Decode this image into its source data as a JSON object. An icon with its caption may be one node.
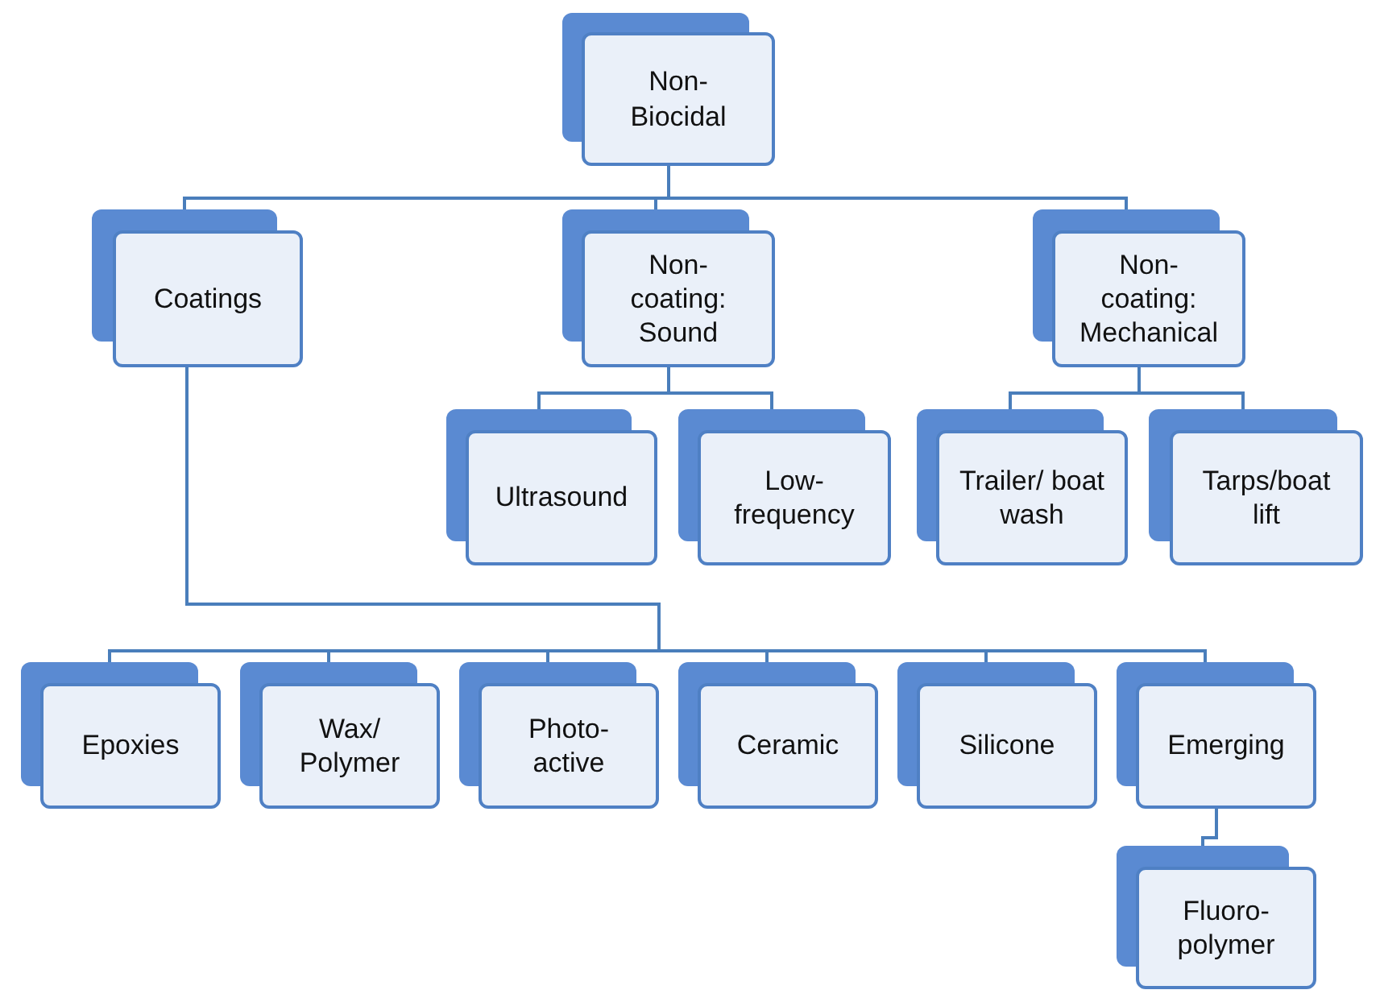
{
  "diagram": {
    "nodes": [
      {
        "text": [
          "Non-Biocidal"
        ]
      },
      {
        "text": [
          "Coatings"
        ]
      },
      {
        "text": [
          "Non-coating: Sound"
        ]
      },
      {
        "text": [
          "Non-coating: Mechanical"
        ]
      },
      {
        "text": [
          "Ultrasound"
        ]
      },
      {
        "text": [
          "Low-frequency"
        ]
      },
      {
        "text": [
          "Trailer/ boat wash"
        ]
      },
      {
        "text": [
          "Tarps/boat lift"
        ]
      },
      {
        "text": [
          "Epoxies"
        ]
      },
      {
        "text": [
          "Wax/ Polymer"
        ]
      },
      {
        "text": [
          "Photo-active"
        ]
      },
      {
        "text": [
          "Ceramic"
        ]
      },
      {
        "text": [
          "Silicone"
        ]
      },
      {
        "text": [
          "Emerging"
        ]
      },
      {
        "text": [
          "Fluoro-polymer"
        ]
      }
    ],
    "edges": [
      {
        "from": 0,
        "to": 1,
        "arrow": "none"
      },
      {
        "from": 0,
        "to": 2,
        "arrow": "none"
      },
      {
        "from": 0,
        "to": 3,
        "arrow": "none"
      },
      {
        "from": 2,
        "to": 4,
        "arrow": "none"
      },
      {
        "from": 2,
        "to": 5,
        "arrow": "none"
      },
      {
        "from": 3,
        "to": 6,
        "arrow": "none"
      },
      {
        "from": 3,
        "to": 7,
        "arrow": "none"
      },
      {
        "from": 1,
        "to": 8,
        "arrow": "none"
      },
      {
        "from": 1,
        "to": 9,
        "arrow": "none"
      },
      {
        "from": 1,
        "to": 10,
        "arrow": "none"
      },
      {
        "from": 1,
        "to": 11,
        "arrow": "none"
      },
      {
        "from": 1,
        "to": 12,
        "arrow": "none"
      },
      {
        "from": 1,
        "to": 13,
        "arrow": "none"
      },
      {
        "from": 13,
        "to": 14,
        "arrow": "none"
      }
    ]
  }
}
